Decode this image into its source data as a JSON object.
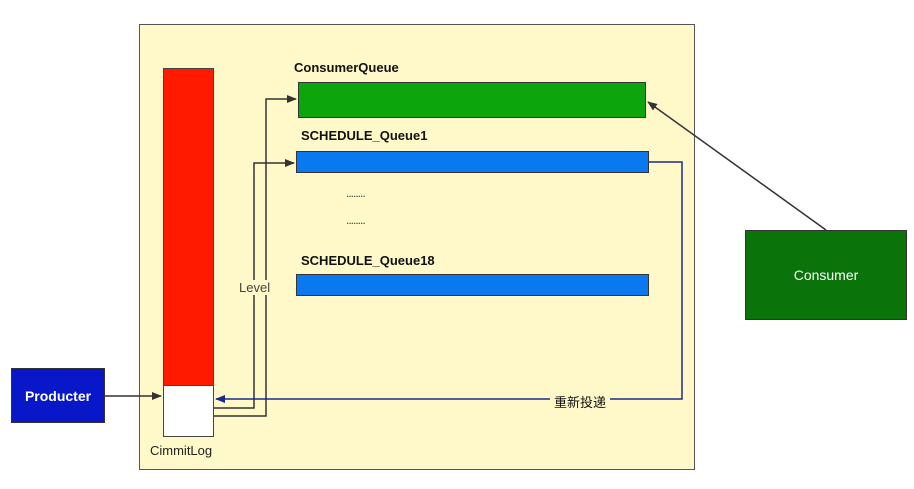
{
  "broker": {
    "commitlog_label": "CimmitLog",
    "level_label": "Level",
    "redeliver_label": "重新投递",
    "ellipsis_1": "........",
    "ellipsis_2": "........"
  },
  "queues": {
    "consumer_queue": "ConsumerQueue",
    "schedule_queue_1": "SCHEDULE_Queue1",
    "schedule_queue_18": "SCHEDULE_Queue18"
  },
  "actors": {
    "producer": "Producter",
    "consumer": "Consumer"
  },
  "colors": {
    "commitlog": "#ff1a00",
    "consumer_queue": "#0ca60c",
    "schedule_queue": "#0a78ee",
    "producer": "#0818c8",
    "consumer": "#0a730a",
    "broker_bg": "#fff8c8",
    "redeliver_line": "#1a2a8a"
  }
}
